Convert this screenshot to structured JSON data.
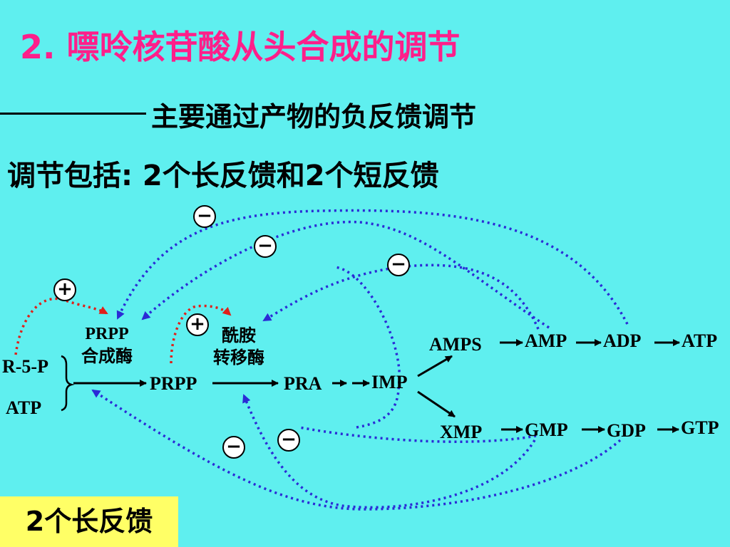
{
  "header": {
    "title": "2. 嘌呤核苷酸从头合成的调节",
    "subtitle": "主要通过产物的负反馈调节",
    "intro": "调节包括: 2个长反馈和2个短反馈"
  },
  "diagram": {
    "nodes": {
      "r5p": "R-5-P",
      "atp_in": "ATP",
      "prpp": "PRPP",
      "pra": "PRA",
      "imp": "IMP",
      "amps": "AMPS",
      "amp": "AMP",
      "adp": "ADP",
      "atp": "ATP",
      "xmp": "XMP",
      "gmp": "GMP",
      "gdp": "GDP",
      "gtp": "GTP"
    },
    "enzymes": {
      "prpp_synthase_line1": "PRPP",
      "prpp_synthase_line2": "合成酶",
      "amidotransferase_line1": "酰胺",
      "amidotransferase_line2": "转移酶"
    },
    "signs": {
      "plus": "+",
      "minus": "−"
    },
    "colors": {
      "background": "#5fefef",
      "title": "#ff1f8a",
      "inhibition_arrow": "#2b2bd6",
      "activation_arrow": "#e0201a",
      "caption_bg": "#ffff66"
    }
  },
  "caption": "2个长反馈"
}
